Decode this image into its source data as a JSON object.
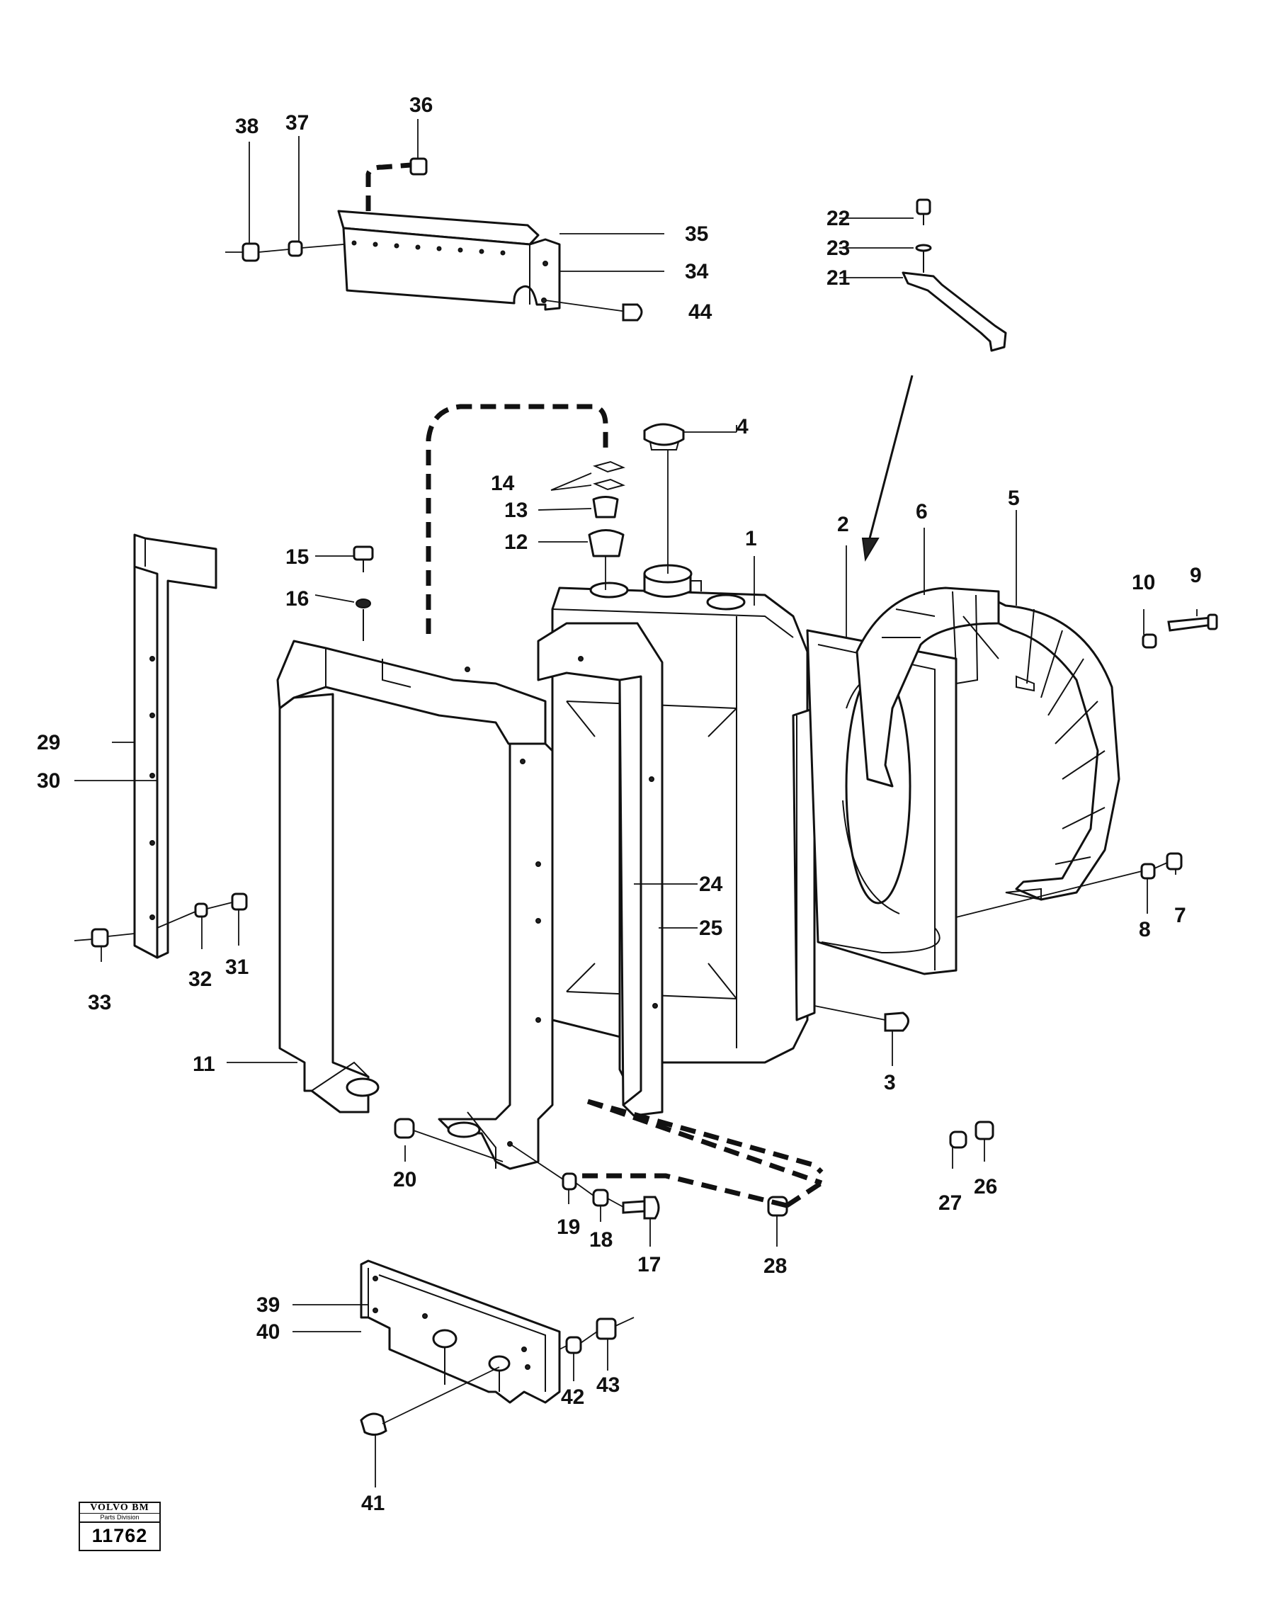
{
  "callouts": [
    "1",
    "2",
    "3",
    "4",
    "5",
    "6",
    "7",
    "8",
    "9",
    "10",
    "11",
    "12",
    "13",
    "14",
    "15",
    "16",
    "17",
    "18",
    "19",
    "20",
    "21",
    "22",
    "23",
    "24",
    "25",
    "26",
    "27",
    "28",
    "29",
    "30",
    "31",
    "32",
    "33",
    "34",
    "35",
    "36",
    "37",
    "38",
    "39",
    "40",
    "41",
    "42",
    "43",
    "44"
  ],
  "logo": {
    "brand": "VOLVO BM",
    "division": "Parts Division",
    "drawing_number": "11762"
  }
}
